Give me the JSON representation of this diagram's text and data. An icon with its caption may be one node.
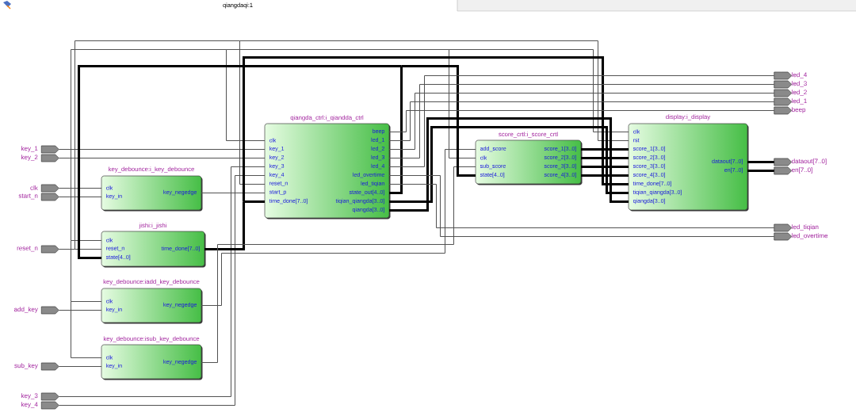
{
  "diagram": {
    "title": "qiangdaqi:1",
    "nodes": [
      {
        "text": [
          "key_1"
        ]
      },
      {
        "text": [
          "key_2"
        ]
      },
      {
        "text": [
          "clk"
        ]
      },
      {
        "text": [
          "start_n"
        ]
      },
      {
        "text": [
          "reset_n"
        ]
      },
      {
        "text": [
          "add_key"
        ]
      },
      {
        "text": [
          "sub_key"
        ]
      },
      {
        "text": [
          "key_3"
        ]
      },
      {
        "text": [
          "key_4"
        ]
      },
      {
        "text": [
          "key_debounce:i_key_debounce",
          "clk",
          "key_in",
          "key_negedge"
        ]
      },
      {
        "text": [
          "jishi:i_jishi",
          "clk",
          "reset_n",
          "state[4..0]",
          "time_done[7..0]"
        ]
      },
      {
        "text": [
          "key_debounce:iadd_key_debounce",
          "clk",
          "key_in",
          "key_negedge"
        ]
      },
      {
        "text": [
          "key_debounce:isub_key_debounce",
          "clk",
          "key_in",
          "key_negedge"
        ]
      },
      {
        "text": [
          "qiangda_ctrl:i_qiandda_ctrl",
          "clk",
          "key_1",
          "key_2",
          "key_3",
          "key_4",
          "reset_n",
          "start_p",
          "time_done[7..0]",
          "beep",
          "led_1",
          "led_2",
          "led_3",
          "led_4",
          "led_overtime",
          "led_tiqian",
          "state_out[4..0]",
          "tiqian_qiangda[3..0]",
          "qiangda[3..0]"
        ]
      },
      {
        "text": [
          "score_crtl:i_score_crtl",
          "add_score",
          "clk",
          "sub_score",
          "state[4..0]",
          "score_1[3..0]",
          "score_2[3..0]",
          "score_3[3..0]",
          "score_4[3..0]"
        ]
      },
      {
        "text": [
          "display:i_display",
          "clk",
          "rst",
          "score_1[3..0]",
          "score_2[3..0]",
          "score_3[3..0]",
          "score_4[3..0]",
          "time_done[7..0]",
          "tiqian_qiangda[3..0]",
          "qiangda[3..0]",
          "dataout[7..0]",
          "en[7..0]"
        ]
      },
      {
        "text": [
          "led_4"
        ]
      },
      {
        "text": [
          "led_3"
        ]
      },
      {
        "text": [
          "led_2"
        ]
      },
      {
        "text": [
          "led_1"
        ]
      },
      {
        "text": [
          "beep"
        ]
      },
      {
        "text": [
          "dataout[7..0]"
        ]
      },
      {
        "text": [
          "en[7..0]"
        ]
      },
      {
        "text": [
          "led_tiqian"
        ]
      },
      {
        "text": [
          "led_overtime"
        ]
      }
    ],
    "edges": [
      {
        "from": 0,
        "to": 13,
        "arrow": "none"
      },
      {
        "from": 1,
        "to": 13,
        "arrow": "none"
      },
      {
        "from": 2,
        "to": 9,
        "arrow": "none"
      },
      {
        "from": 2,
        "to": 10,
        "arrow": "none"
      },
      {
        "from": 2,
        "to": 11,
        "arrow": "none"
      },
      {
        "from": 2,
        "to": 12,
        "arrow": "none"
      },
      {
        "from": 2,
        "to": 13,
        "arrow": "none"
      },
      {
        "from": 2,
        "to": 14,
        "arrow": "none"
      },
      {
        "from": 2,
        "to": 15,
        "arrow": "none"
      },
      {
        "from": 3,
        "to": 9,
        "arrow": "none"
      },
      {
        "from": 4,
        "to": 10,
        "arrow": "none"
      },
      {
        "from": 4,
        "to": 13,
        "arrow": "none"
      },
      {
        "from": 4,
        "to": 15,
        "arrow": "none"
      },
      {
        "from": 5,
        "to": 11,
        "arrow": "none"
      },
      {
        "from": 6,
        "to": 12,
        "arrow": "none"
      },
      {
        "from": 7,
        "to": 13,
        "arrow": "none"
      },
      {
        "from": 8,
        "to": 13,
        "arrow": "none"
      },
      {
        "from": 9,
        "to": 13,
        "arrow": "none"
      },
      {
        "from": 10,
        "to": 13,
        "arrow": "none",
        "style": "thick"
      },
      {
        "from": 10,
        "to": 15,
        "arrow": "none",
        "style": "thick"
      },
      {
        "from": 11,
        "to": 14,
        "arrow": "none"
      },
      {
        "from": 12,
        "to": 14,
        "arrow": "none"
      },
      {
        "from": 13,
        "to": 10,
        "arrow": "none",
        "style": "thick"
      },
      {
        "from": 13,
        "to": 14,
        "arrow": "none",
        "style": "thick"
      },
      {
        "from": 13,
        "to": 15,
        "arrow": "none",
        "style": "thick"
      },
      {
        "from": 13,
        "to": 15,
        "arrow": "none",
        "style": "thick"
      },
      {
        "from": 13,
        "to": 20,
        "arrow": "none"
      },
      {
        "from": 13,
        "to": 19,
        "arrow": "none"
      },
      {
        "from": 13,
        "to": 18,
        "arrow": "none"
      },
      {
        "from": 13,
        "to": 17,
        "arrow": "none"
      },
      {
        "from": 13,
        "to": 16,
        "arrow": "none"
      },
      {
        "from": 13,
        "to": 24,
        "arrow": "none"
      },
      {
        "from": 13,
        "to": 23,
        "arrow": "none"
      },
      {
        "from": 14,
        "to": 15,
        "arrow": "none",
        "style": "thick"
      },
      {
        "from": 14,
        "to": 15,
        "arrow": "none",
        "style": "thick"
      },
      {
        "from": 14,
        "to": 15,
        "arrow": "none",
        "style": "thick"
      },
      {
        "from": 14,
        "to": 15,
        "arrow": "none",
        "style": "thick"
      },
      {
        "from": 15,
        "to": 21,
        "arrow": "none",
        "style": "thick"
      },
      {
        "from": 15,
        "to": 22,
        "arrow": "none",
        "style": "thick"
      }
    ]
  }
}
